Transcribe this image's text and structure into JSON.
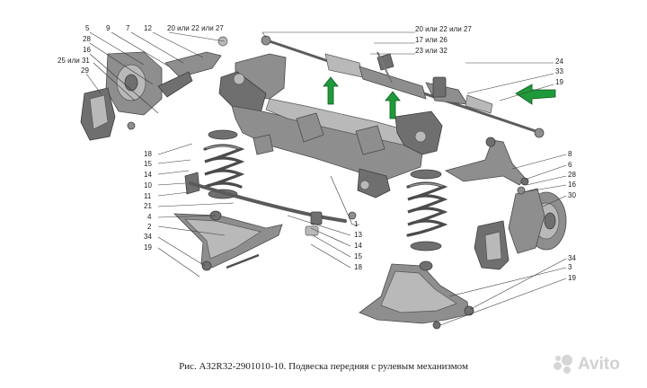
{
  "caption": "Рис. А32R32-2901010-10. Подвеска передняя с рулевым механизмом",
  "watermark": "Avito",
  "accent_arrow_color": "#1f9a3a",
  "callouts": {
    "c5": "5",
    "c9": "9",
    "c7": "7",
    "c12": "12",
    "c20a": "20 или 22 или 27",
    "c28a": "28",
    "c16a": "16",
    "c25": "25 или 31",
    "c29": "29",
    "c20b": "20 или 22 или 27",
    "c17": "17 или 26",
    "c23": "23 или 32",
    "c24": "24",
    "c33": "33",
    "c19a": "19",
    "c18a": "18",
    "c15a": "15",
    "c14a": "14",
    "c10": "10",
    "c11": "11",
    "c21": "21",
    "c4": "4",
    "c2": "2",
    "c34a": "34",
    "c19b": "19",
    "c1": "1",
    "c13": "13",
    "c14b": "14",
    "c15b": "15",
    "c18b": "18",
    "c8": "8",
    "c6": "6",
    "c28b": "28",
    "c16b": "16",
    "c30": "30",
    "c34b": "34",
    "c3": "3",
    "c19c": "19"
  }
}
